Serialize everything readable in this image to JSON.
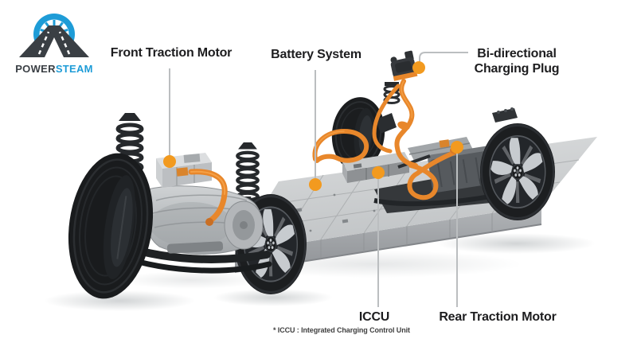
{
  "logo": {
    "icon": "wheel-road-logo-icon",
    "text_primary": "POWER",
    "text_secondary": "STEAM"
  },
  "diagram": {
    "title_implicit": "Electric vehicle skateboard platform with labeled components",
    "callouts": [
      {
        "id": "front-traction-motor",
        "label": "Front Traction Motor"
      },
      {
        "id": "battery-system",
        "label": "Battery System"
      },
      {
        "id": "bidirectional-charging-plug",
        "label": "Bi-directional",
        "label2": "Charging Plug"
      },
      {
        "id": "iccu",
        "label": "ICCU"
      },
      {
        "id": "rear-traction-motor",
        "label": "Rear Traction Motor"
      }
    ],
    "footnote": "* ICCU : Integrated Charging Control Unit"
  },
  "colors": {
    "accent_orange": "#F29A1F",
    "cable_orange": "#E8872B",
    "leader_line": "#BBBEC0",
    "label_text": "#1D1D1F",
    "footnote_text": "#3F3F3F",
    "logo_blue": "#1E9CD7",
    "logo_dark": "#3A3F44"
  }
}
